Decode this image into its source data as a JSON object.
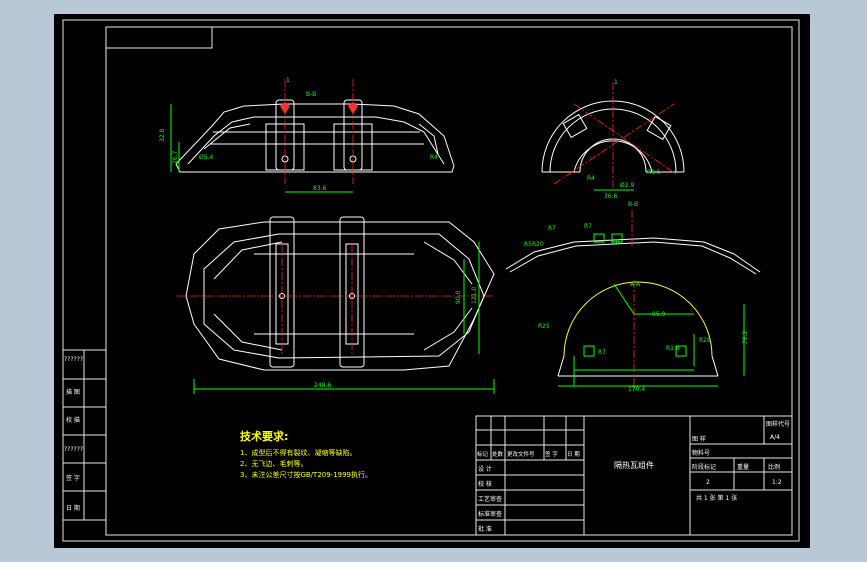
{
  "colors": {
    "background": "#b9c8d6",
    "canvas": "#000000",
    "frame": "#00e5ff",
    "dimension": "#00ff00",
    "centerline": "#ff2020",
    "outline": "#ffffff",
    "notes": "#ffff00"
  },
  "views": {
    "top": {
      "dim_height": "32.8",
      "dim_height2": "26.7",
      "dim_hole": "Ø5.4",
      "dim_width": "83.6",
      "section_mark": "B-B",
      "radius": "R4"
    },
    "arc": {
      "dim_a": "R4",
      "dim_b": "R8.5",
      "dim_c": "Ø2.9",
      "dim_d": "36.6"
    },
    "plan": {
      "dim_width": "248.6",
      "dim_h1": "90.0",
      "dim_h2": "121.0"
    },
    "profile": {
      "r1": "R20",
      "r2": "R7",
      "r3": "R7",
      "dim": "3.0",
      "rb": "R5",
      "label": "B-B"
    },
    "section": {
      "label": "A-A",
      "r_outer": "R28",
      "r_left": "R25",
      "w": "170.4",
      "h": "76.2",
      "d1": "95.9",
      "d2": "R7",
      "d3": "R1.9"
    }
  },
  "notes": {
    "title": "技术要求:",
    "items": [
      "1、成型后不得有裂纹、凝缩等缺陷。",
      "2、无飞边、毛刺等。",
      "3、未注公差尺寸按GB/T209-1999执行。"
    ]
  },
  "side_table": {
    "rows": [
      "??????",
      "描 图",
      "校 描",
      "??????",
      "签 字",
      "日 期"
    ]
  },
  "title_block": {
    "drawing_no_label": "图样代号",
    "scale_sheet": "A/4",
    "part_name": "隔热瓦组件",
    "category_label": "图 样",
    "stock_label": "物料号",
    "stage_label": "阶段标记",
    "weight_label": "重量",
    "scale_label": "比例",
    "stage": "2",
    "scale": "1:2",
    "sheets": "共 1 张  第 1 张",
    "rev_headers": [
      "标记",
      "处数",
      "更改文件号",
      "签 字",
      "日 期"
    ],
    "rows": [
      "设 计",
      "校 核",
      "工艺审查",
      "标准审查",
      "批 准"
    ]
  }
}
